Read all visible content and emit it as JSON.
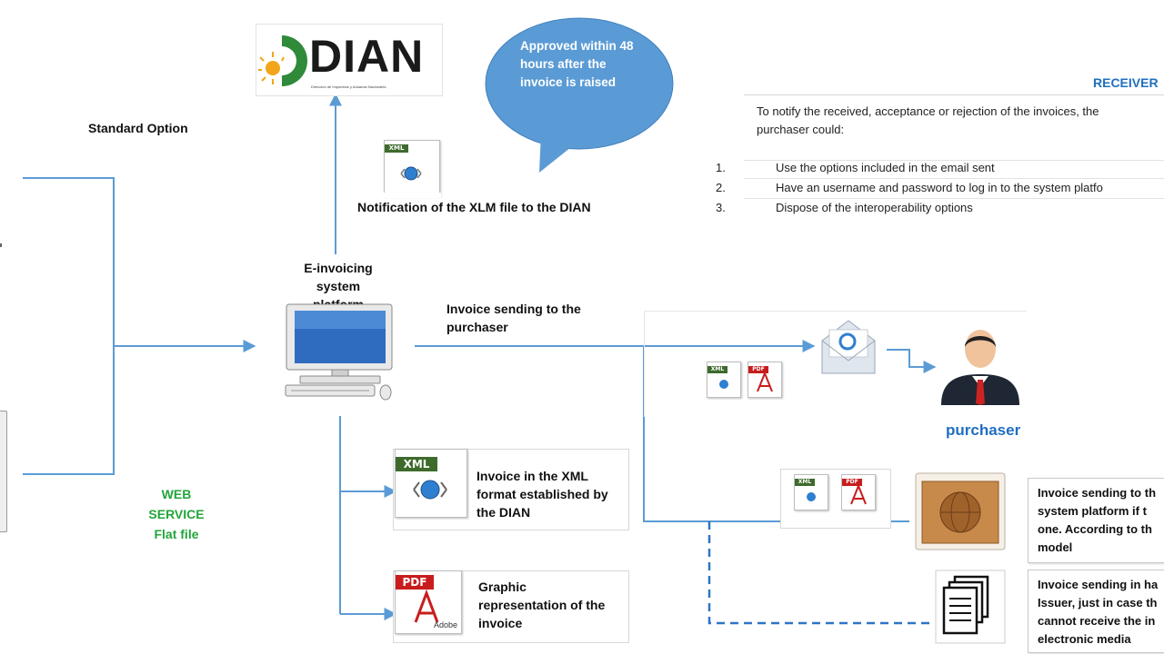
{
  "labels": {
    "standard_option": "Standard Option",
    "notification": "Notification of the XLM file to the DIAN",
    "platform": "E-invoicing system platform",
    "invoice_sending": "Invoice sending to the purchaser",
    "web_service": "WEB SERVICE",
    "flat_file": "Flat file",
    "purchaser": "purchaser"
  },
  "dian_logo": {
    "word": "DIAN",
    "subtitle": "Dirección de Impuestos y Aduanas Nacionales"
  },
  "bubble": {
    "text": "Approved within 48 hours after the invoice is raised"
  },
  "receiver": {
    "title": "RECEIVER",
    "intro_line1": "To notify the received, acceptance or rejection of the invoices, the",
    "intro_line2": "purchaser could:",
    "options": [
      {
        "num": "1.",
        "text": "Use the options included in the email sent"
      },
      {
        "num": "2.",
        "text": "Have an username and password to log in to  the system platfo"
      },
      {
        "num": "3.",
        "text": "Dispose of the interoperability options"
      }
    ]
  },
  "documents": {
    "xml_label_line1": "Invoice in the XML",
    "xml_label_line2": "format established by",
    "xml_label_line3": "the DIAN",
    "pdf_label_line1": "Graphic",
    "pdf_label_line2": "representation of the",
    "pdf_label_line3": "invoice"
  },
  "right_boxes": {
    "box1": [
      "Invoice sending to th",
      "system platform if t",
      "one. According to th",
      "model"
    ],
    "box2": [
      "Invoice sending in ha",
      "Issuer, just in case th",
      "cannot receive the in",
      "electronic media"
    ]
  },
  "file_tags": {
    "xml": "XML",
    "pdf": "PDF",
    "adobe": "Adobe"
  },
  "colors": {
    "line_blue": "#5b9bd5",
    "dashed_blue": "#2e75c6",
    "bubble": "#5b9bd5",
    "receiver_title": "#1f6fc0",
    "web_service_green": "#22a53a"
  }
}
